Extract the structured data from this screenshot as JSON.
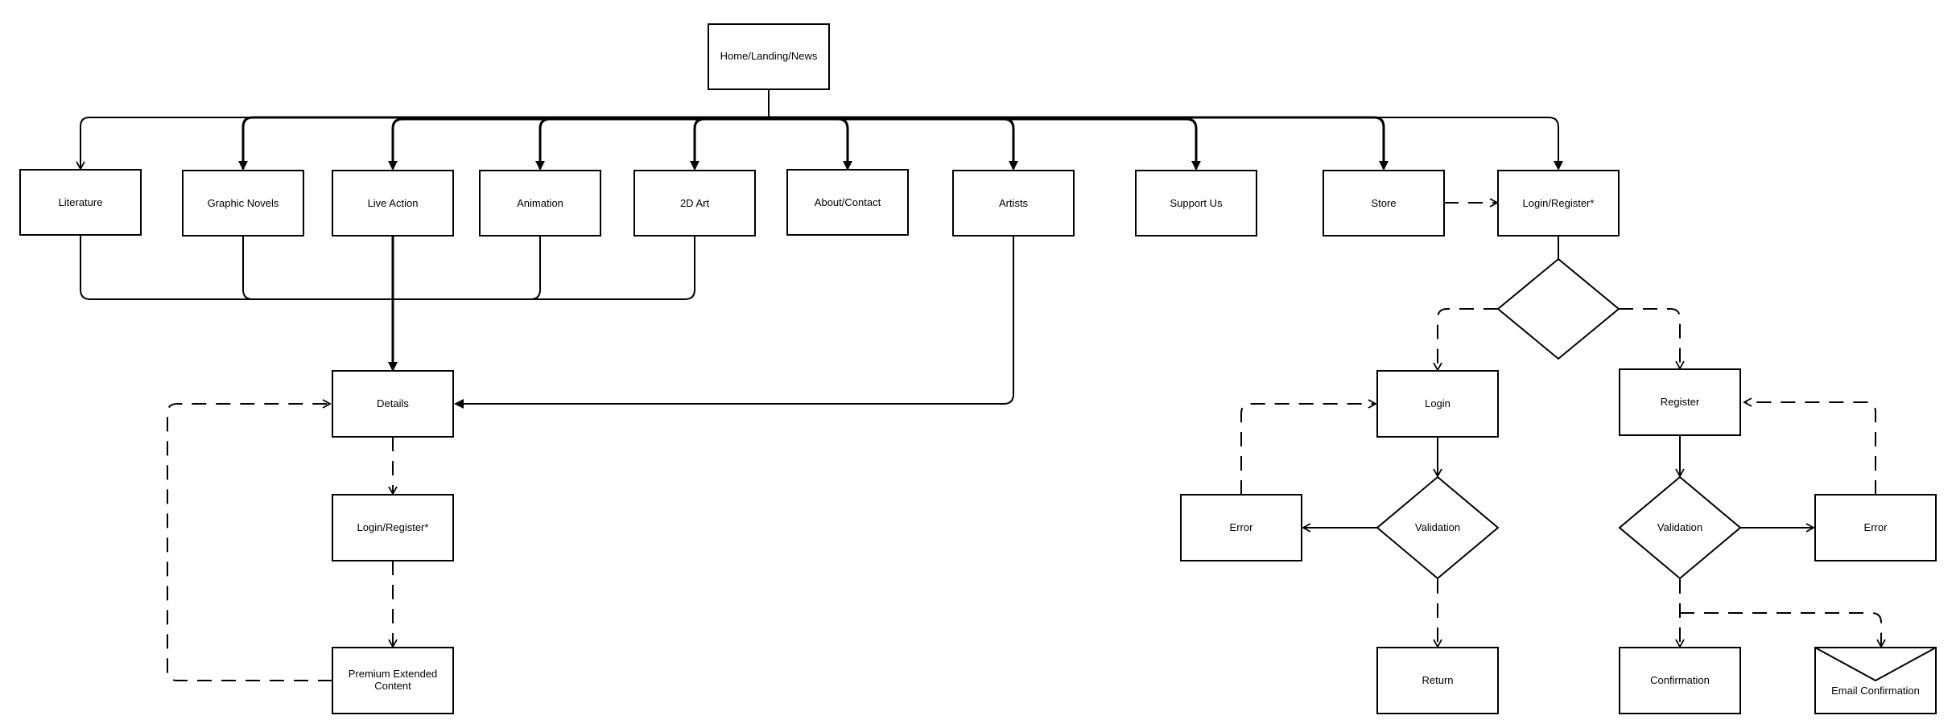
{
  "diagram": {
    "nodes": {
      "home": "Home/Landing/News",
      "literature": "Literature",
      "graphic_novels": "Graphic Novels",
      "live_action": "Live Action",
      "animation": "Animation",
      "art_2d": "2D Art",
      "about_contact": "About/Contact",
      "artists": "Artists",
      "support_us": "Support Us",
      "store": "Store",
      "login_register_top": "Login/Register*",
      "details": "Details",
      "login_register_mid": "Login/Register*",
      "premium_line1": "Premium Extended",
      "premium_line2": "Content",
      "login": "Login",
      "register": "Register",
      "error_left": "Error",
      "validation_left": "Validation",
      "validation_right": "Validation",
      "error_right": "Error",
      "return": "Return",
      "confirmation": "Confirmation",
      "email_confirmation": "Email Confirmation"
    }
  }
}
